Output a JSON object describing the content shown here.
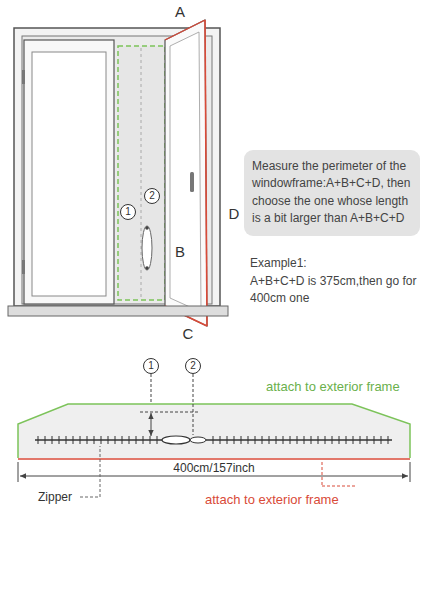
{
  "diagram": {
    "nodes": [
      {
        "text": [
          "Measure the perimeter of the windowframe:A+B+C+D, then choose the one whose length is a bit larger than A+B+C+D"
        ]
      }
    ],
    "labels": [
      "A",
      "B",
      "C",
      "D",
      "1",
      "2",
      "Example1:",
      "A+B+C+D is 375cm,then go for 400cm one",
      "1",
      "2",
      "attach to exterior frame",
      "400cm/157inch",
      "Zipper",
      "attach to exterior frame"
    ]
  }
}
